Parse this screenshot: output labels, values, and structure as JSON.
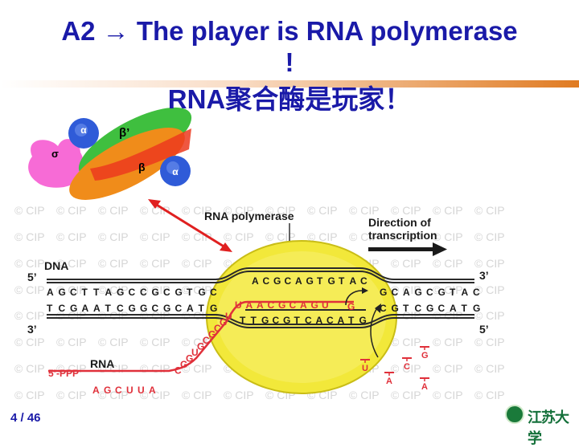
{
  "slide": {
    "title_line1": "A2 → The player is RNA polymerase",
    "title_line2": "!",
    "title_line3": "RNA聚合酶是玩家！",
    "page": "4 / 46",
    "logo_text": "江苏大学"
  },
  "enzyme": {
    "labels": {
      "alpha_top": "α",
      "beta_prime": "β’",
      "sigma": "σ",
      "beta": "β",
      "alpha_bottom": "α"
    }
  },
  "diagram": {
    "polymerase_label": "RNA polymerase",
    "direction_label_1": "Direction of",
    "direction_label_2": "transcription",
    "dna_label": "DNA",
    "rna_label": "RNA",
    "five_prime_left": "5’",
    "three_prime_left": "3’",
    "three_prime_right": "3’",
    "five_prime_right": "5’",
    "rna_5_label": "5’-PPP",
    "watermark": "© CIP",
    "top_strand_left": [
      "A",
      "G",
      "C",
      "T",
      "T",
      "A",
      "G",
      "C",
      "C",
      "G",
      "C",
      "G",
      "T",
      "G",
      "C"
    ],
    "bottom_strand_left": [
      "T",
      "C",
      "G",
      "A",
      "A",
      "T",
      "C",
      "G",
      "G",
      "C",
      "G",
      "C",
      "A",
      "T",
      "G"
    ],
    "inner_top": [
      "A",
      "C",
      "G",
      "C",
      "A",
      "G",
      "T",
      "G",
      "T",
      "A",
      "C"
    ],
    "inner_bottom": [
      "T",
      "T",
      "G",
      "C",
      "G",
      "T",
      "C",
      "A",
      "C",
      "A",
      "T",
      "G"
    ],
    "inner_rna": [
      "U",
      "A",
      "A",
      "C",
      "G",
      "C",
      "A",
      "G",
      "U"
    ],
    "incoming_g": "G",
    "exit_rna": [
      "U",
      "G",
      "C",
      "G",
      "C",
      "G",
      "U",
      "G",
      "G",
      "C"
    ],
    "top_strand_right": [
      "G",
      "C",
      "A",
      "G",
      "C",
      "G",
      "T",
      "A",
      "C"
    ],
    "bottom_strand_right": [
      "C",
      "G",
      "T",
      "C",
      "G",
      "C",
      "A",
      "T",
      "G"
    ],
    "rna_bottom": [
      "A",
      "G",
      "C",
      "U",
      "U",
      "A"
    ],
    "ntp_letters": [
      "U",
      "A",
      "C",
      "G",
      "A"
    ],
    "colors": {
      "dna": "#2a2a2a",
      "rna": "#e0303a",
      "polymerase": "#f2e83a",
      "arrow": "#e02020"
    }
  }
}
